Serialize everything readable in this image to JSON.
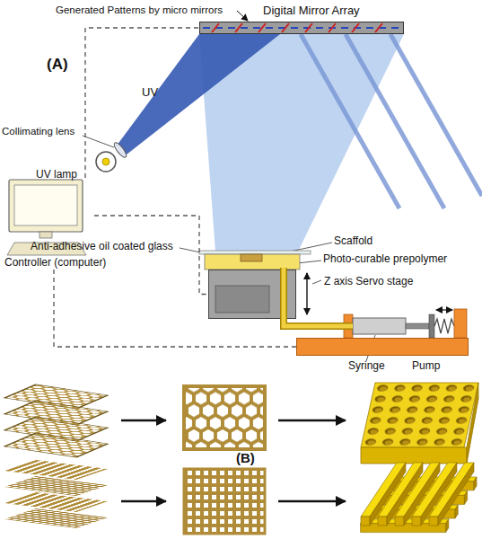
{
  "diagram": {
    "nodes": [
      {
        "text": [
          "Digital Mirror Array"
        ]
      },
      {
        "text": [
          "Controller (computer)"
        ]
      },
      {
        "text": [
          "Z axis Servo stage"
        ]
      },
      {
        "text": [
          "Pump"
        ]
      }
    ],
    "edges": [
      {
        "from": 1,
        "to": 0,
        "arrow": "none"
      },
      {
        "from": 1,
        "to": 2,
        "arrow": "none"
      },
      {
        "from": 1,
        "to": 3,
        "arrow": "none"
      }
    ],
    "labels": [
      "(A)",
      "Generated Patterns by micro mirrors",
      "UV",
      "Collimating lens",
      "UV lamp",
      "Anti-adhesive oil coated glass",
      "Scaffold",
      "Photo-curable prepolymer",
      "Syringe",
      "(B)"
    ]
  }
}
